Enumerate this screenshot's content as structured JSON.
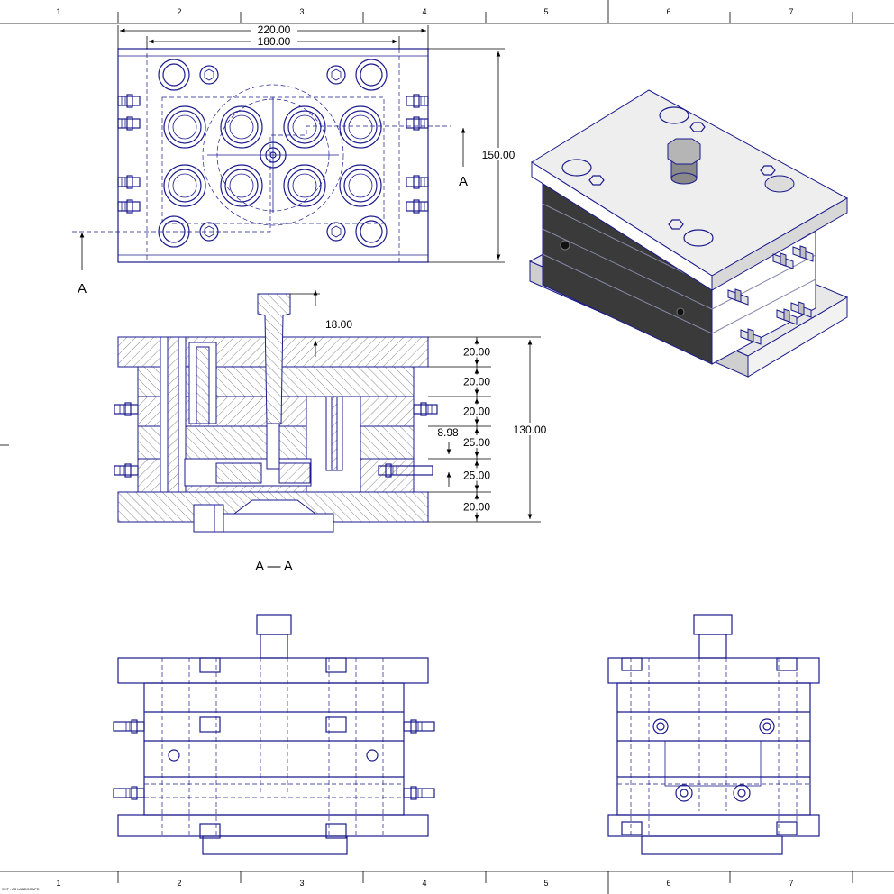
{
  "border": {
    "zones": [
      "1",
      "2",
      "3",
      "4",
      "5",
      "6",
      "7"
    ],
    "corner_text": "SHT - A3 LANDSCAPE"
  },
  "top_view": {
    "dim_outer_width": "220.00",
    "dim_inner_width": "180.00",
    "dim_height": "150.00",
    "section_label_right": "A",
    "section_label_left": "A"
  },
  "section_view": {
    "caption": "A — A",
    "dim_sprue": "18.00",
    "dim_total": "130.00",
    "dim_offset": "8.98",
    "plate_dims": [
      "20.00",
      "20.00",
      "20.00",
      "25.00",
      "25.00",
      "20.00"
    ]
  },
  "colors": {
    "line": "#1a1a8c",
    "iso_dark": "#3a3a3a",
    "iso_light": "#e6e6e6"
  }
}
